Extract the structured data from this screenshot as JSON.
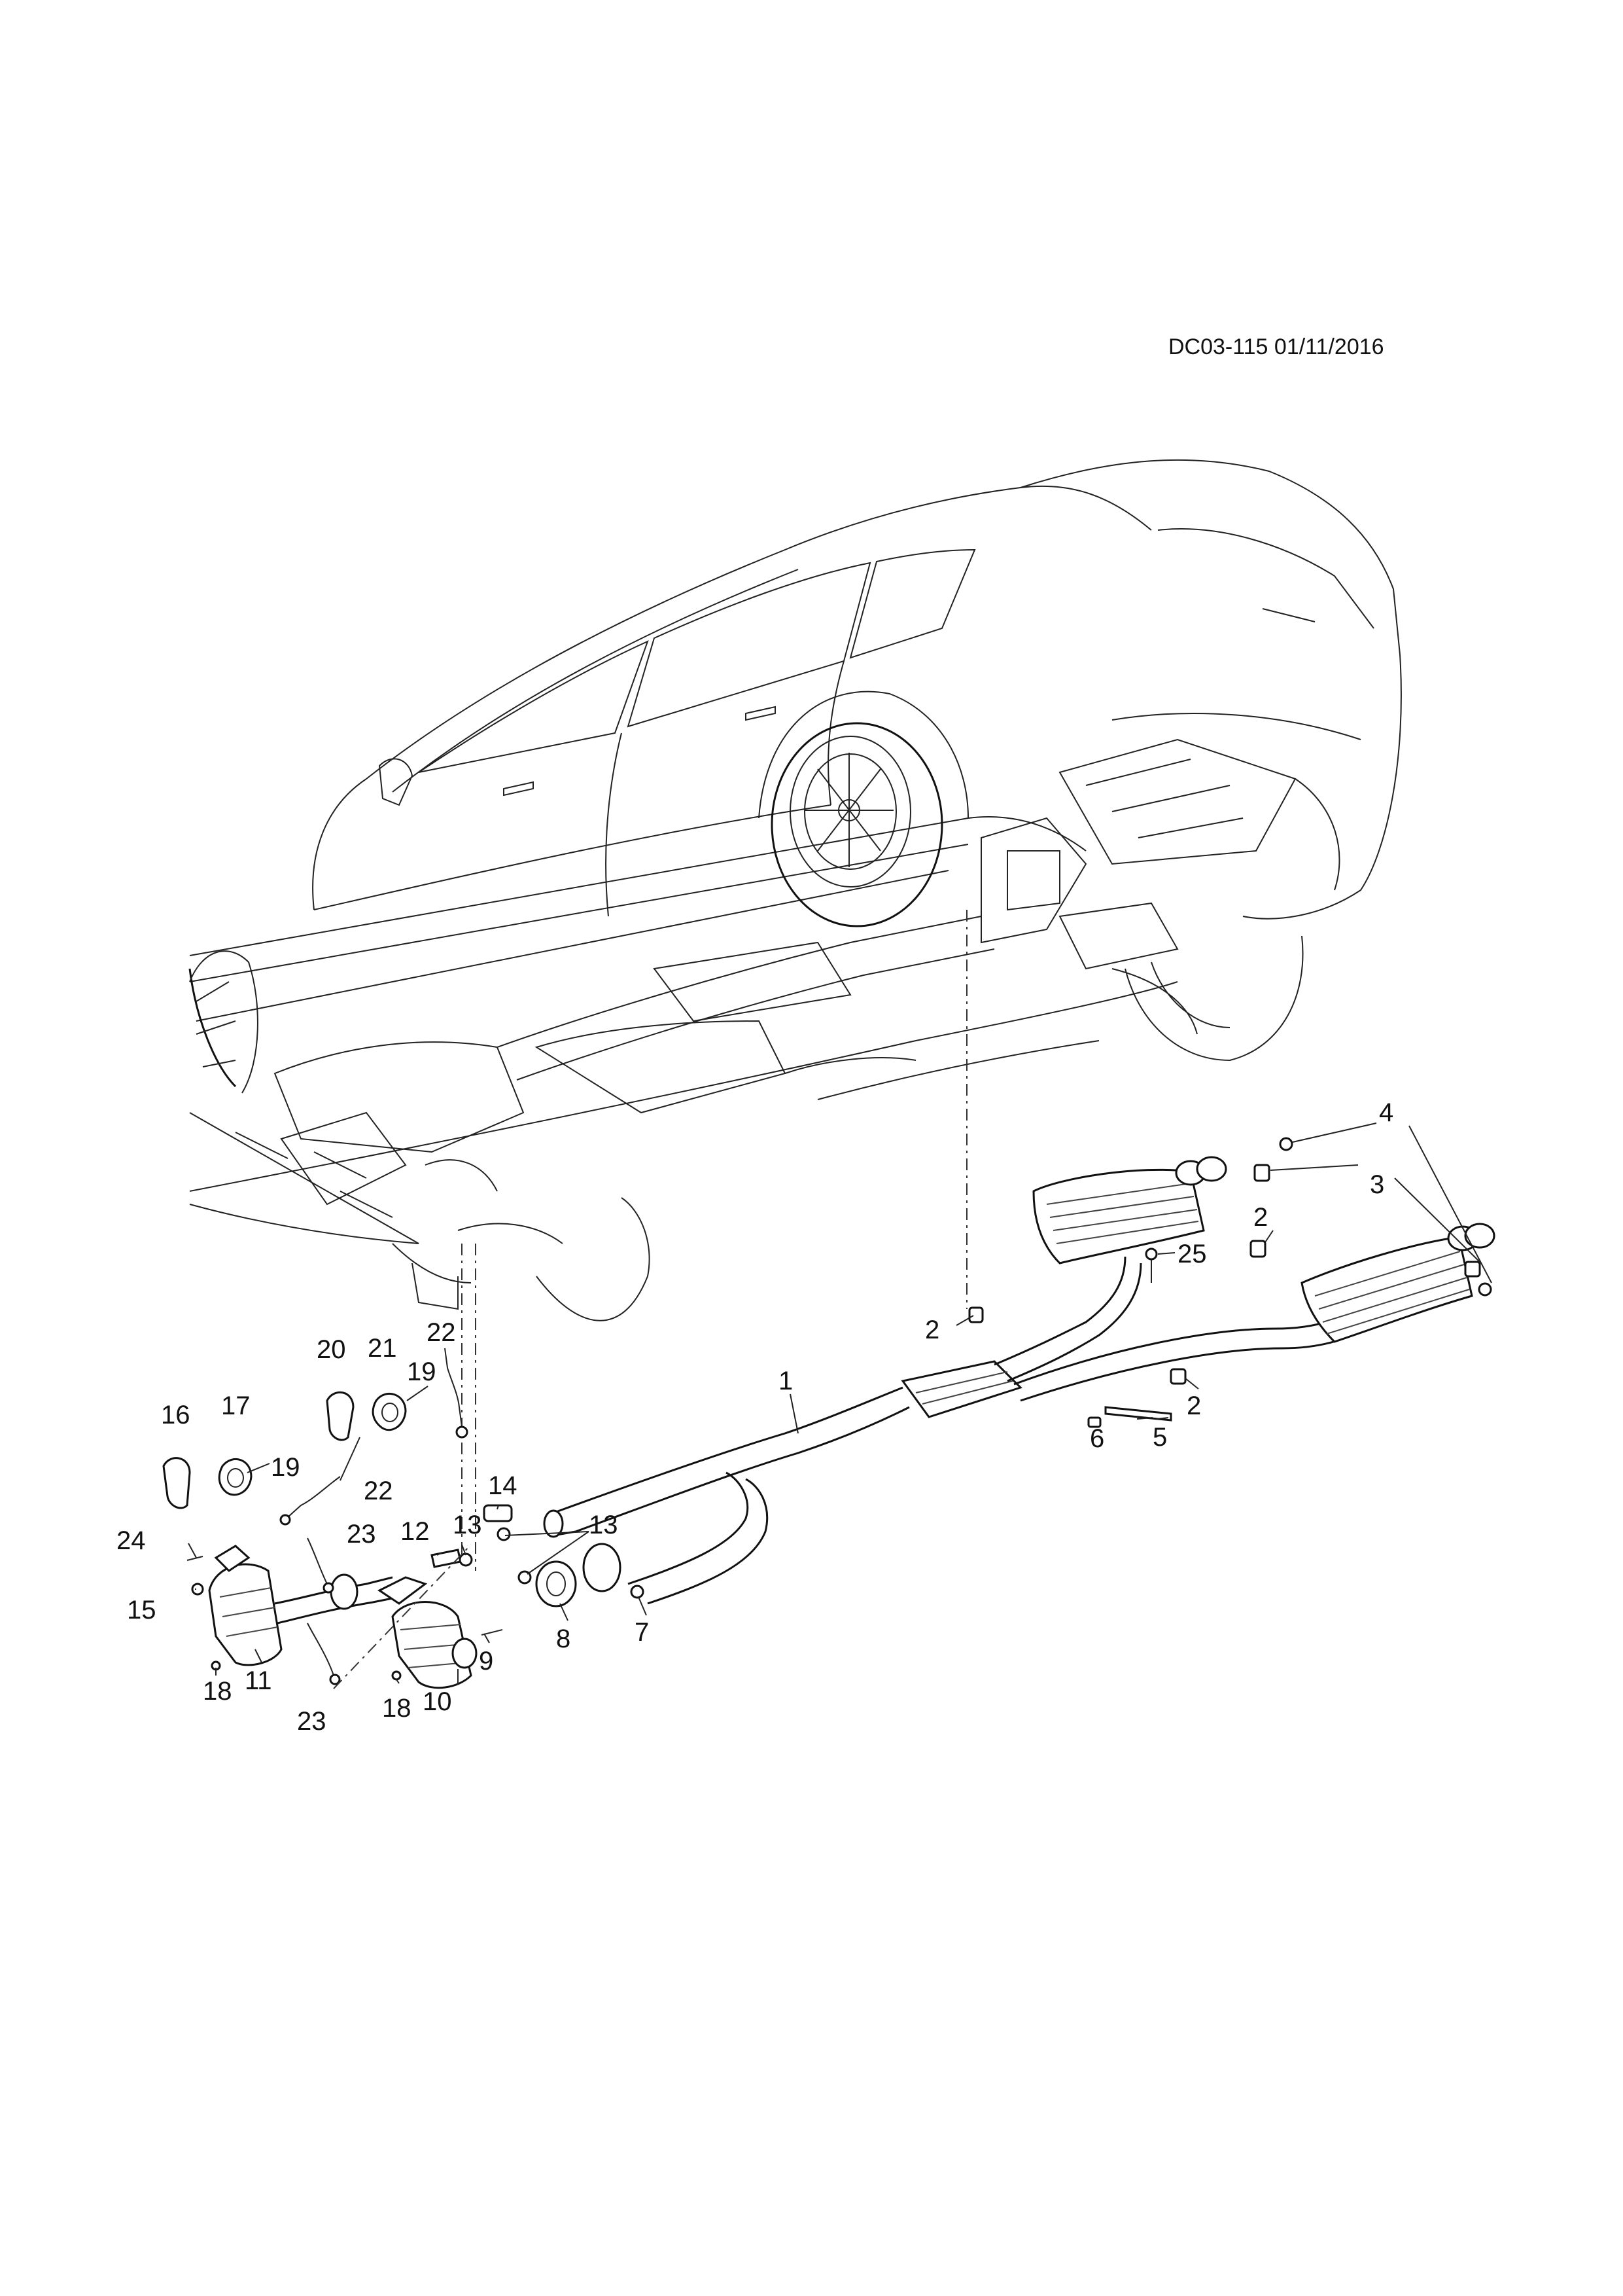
{
  "document": {
    "code": "DC03-115",
    "date": "01/11/2016"
  },
  "callouts": [
    {
      "id": "c1",
      "label": "1"
    },
    {
      "id": "c2a",
      "label": "2"
    },
    {
      "id": "c2b",
      "label": "2"
    },
    {
      "id": "c2c",
      "label": "2"
    },
    {
      "id": "c3",
      "label": "3"
    },
    {
      "id": "c4",
      "label": "4"
    },
    {
      "id": "c5",
      "label": "5"
    },
    {
      "id": "c6",
      "label": "6"
    },
    {
      "id": "c7",
      "label": "7"
    },
    {
      "id": "c8",
      "label": "8"
    },
    {
      "id": "c9",
      "label": "9"
    },
    {
      "id": "c10",
      "label": "10"
    },
    {
      "id": "c11",
      "label": "11"
    },
    {
      "id": "c12",
      "label": "12"
    },
    {
      "id": "c13a",
      "label": "13"
    },
    {
      "id": "c13b",
      "label": "13"
    },
    {
      "id": "c14",
      "label": "14"
    },
    {
      "id": "c15",
      "label": "15"
    },
    {
      "id": "c16",
      "label": "16"
    },
    {
      "id": "c17",
      "label": "17"
    },
    {
      "id": "c18a",
      "label": "18"
    },
    {
      "id": "c18b",
      "label": "18"
    },
    {
      "id": "c19a",
      "label": "19"
    },
    {
      "id": "c19b",
      "label": "19"
    },
    {
      "id": "c20",
      "label": "20"
    },
    {
      "id": "c21",
      "label": "21"
    },
    {
      "id": "c22a",
      "label": "22"
    },
    {
      "id": "c22b",
      "label": "22"
    },
    {
      "id": "c23a",
      "label": "23"
    },
    {
      "id": "c23b",
      "label": "23"
    },
    {
      "id": "c24",
      "label": "24"
    },
    {
      "id": "c25",
      "label": "25"
    }
  ]
}
